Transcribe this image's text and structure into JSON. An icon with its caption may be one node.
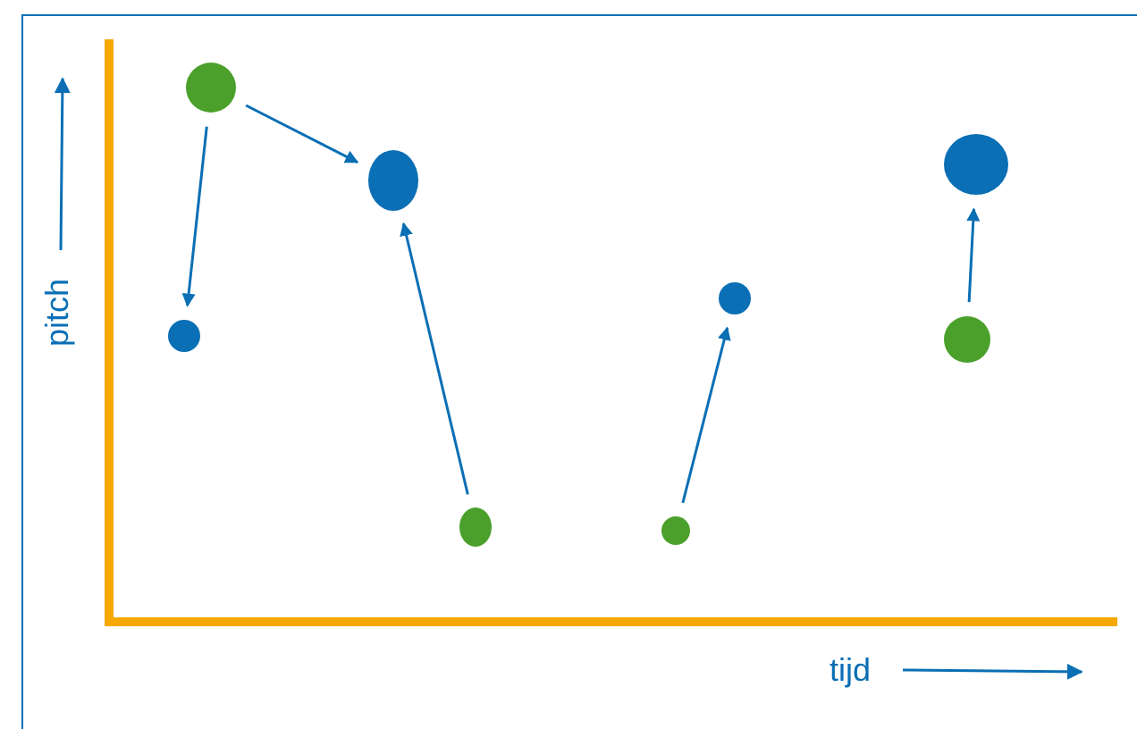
{
  "diagram": {
    "nodes": [
      {
        "text": [],
        "shape": "circle"
      },
      {
        "text": [],
        "shape": "circle"
      },
      {
        "text": [],
        "shape": "circle"
      },
      {
        "text": [],
        "shape": "circle"
      },
      {
        "text": [],
        "shape": "circle"
      },
      {
        "text": [],
        "shape": "circle"
      },
      {
        "text": [],
        "shape": "circle"
      },
      {
        "text": [],
        "shape": "circle"
      }
    ],
    "edges": [
      {
        "from": 0,
        "to": 1,
        "arrow": "to"
      },
      {
        "from": 0,
        "to": 2,
        "arrow": "to"
      },
      {
        "from": 3,
        "to": 2,
        "arrow": "to"
      },
      {
        "from": 4,
        "to": 5,
        "arrow": "to"
      },
      {
        "from": 6,
        "to": 7,
        "arrow": "to"
      }
    ],
    "labels": [
      "pitch",
      "tijd"
    ]
  }
}
